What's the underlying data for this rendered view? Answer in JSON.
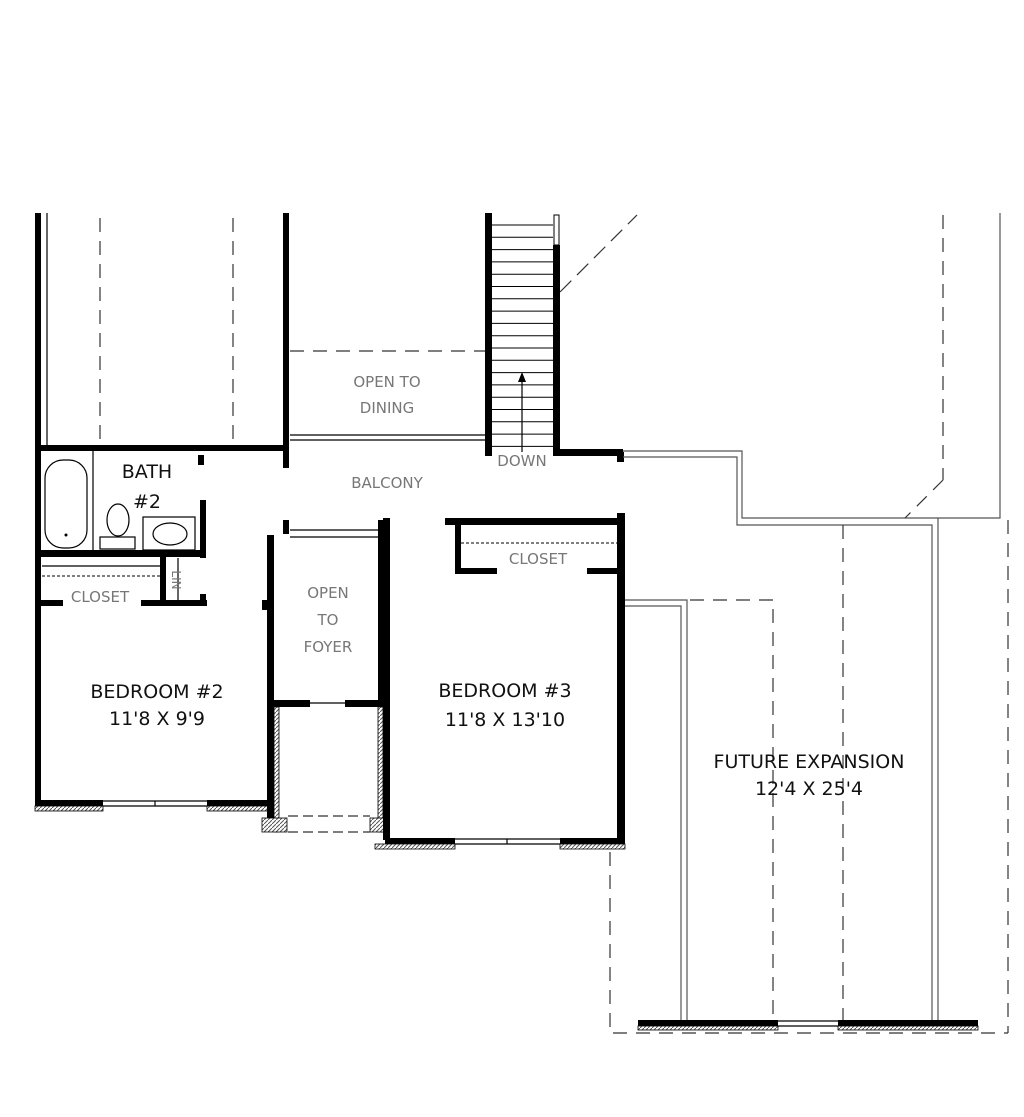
{
  "rooms": {
    "bath": {
      "name": "BATH",
      "number": "#2"
    },
    "open_to_dining": {
      "line1": "OPEN TO",
      "line2": "DINING"
    },
    "stair": {
      "label": "DOWN"
    },
    "balcony": {
      "name": "BALCONY"
    },
    "closet_left": {
      "name": "CLOSET"
    },
    "linen": {
      "name": "LIN"
    },
    "closet_right": {
      "name": "CLOSET"
    },
    "open_to_foyer": {
      "line1": "OPEN",
      "line2": "TO",
      "line3": "FOYER"
    },
    "bedroom2": {
      "name": "BEDROOM #2",
      "size": "11'8 X 9'9"
    },
    "bedroom3": {
      "name": "BEDROOM #3",
      "size": "11'8 X 13'10"
    },
    "future_expansion": {
      "name": "FUTURE EXPANSION",
      "size": "12'4 X 25'4"
    }
  }
}
